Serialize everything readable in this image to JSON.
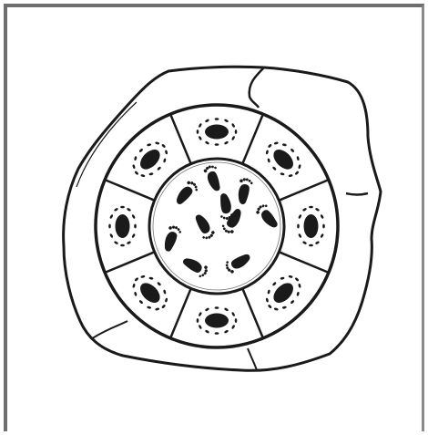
{
  "image": {
    "subject": "stone-seal",
    "ink_color": "#1a1a1a",
    "paper_color": "#ffffff",
    "frame_color": "#6e6e6e"
  },
  "seal": {
    "outer_segments": 8,
    "inner_footprints": 10
  }
}
